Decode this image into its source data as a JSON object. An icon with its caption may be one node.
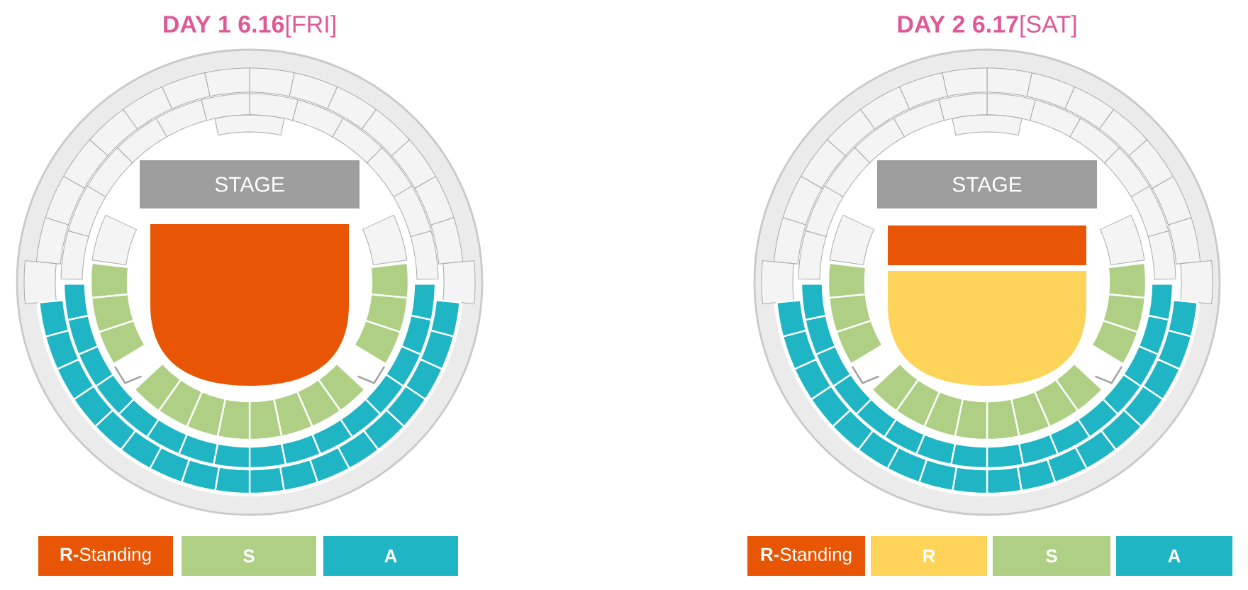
{
  "diagram": {
    "nodes": [
      {
        "text": [
          "**DAY 1 6.16**[FRI]"
        ]
      },
      {
        "text": [
          "STAGE"
        ],
        "in": 0
      },
      {
        "text": [
          "**DAY 2 6.17**[SAT]"
        ]
      },
      {
        "text": [
          "STAGE"
        ],
        "in": 2
      }
    ],
    "legend": [
      {
        "text": "**R-**Standing",
        "color": "#e85504"
      },
      {
        "text": "S",
        "color": "#aecf84"
      },
      {
        "text": "A",
        "color": "#20b5c4"
      },
      {
        "text": "**R-**Standing",
        "color": "#e85504"
      },
      {
        "text": "R",
        "color": "#fdd459"
      },
      {
        "text": "S",
        "color": "#aecf84"
      },
      {
        "text": "A",
        "color": "#20b5c4"
      }
    ]
  }
}
